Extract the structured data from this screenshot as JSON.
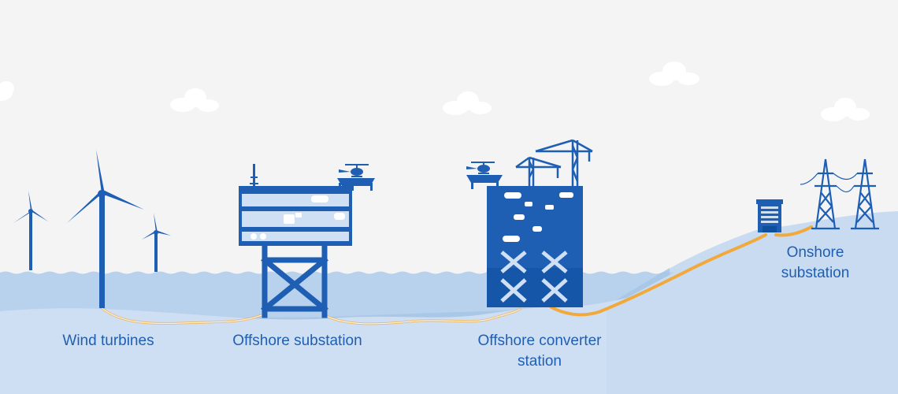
{
  "labels": {
    "wind_turbines": [
      "Wind turbines"
    ],
    "offshore_substation": [
      "Offshore substation"
    ],
    "offshore_converter_station": [
      "Offshore converter",
      "station"
    ],
    "onshore_substation": [
      "Onshore",
      "substation"
    ]
  },
  "colors": {
    "sky": "#f4f4f4",
    "sea_surface": "#b8d1ec",
    "sea_deep": "#8fb6df",
    "seabed": "#cfdff3",
    "land": "#c8dbf1",
    "structure": "#1e5fb4",
    "structure_light": "#cfe0f5",
    "cable": "#f2a93b",
    "cloud": "#ffffff",
    "label_text": "#1e5fb4"
  },
  "icons": [
    "cloud-icon",
    "wind-turbine-icon",
    "helicopter-icon",
    "crane-icon",
    "transmission-tower-icon",
    "building-icon"
  ]
}
